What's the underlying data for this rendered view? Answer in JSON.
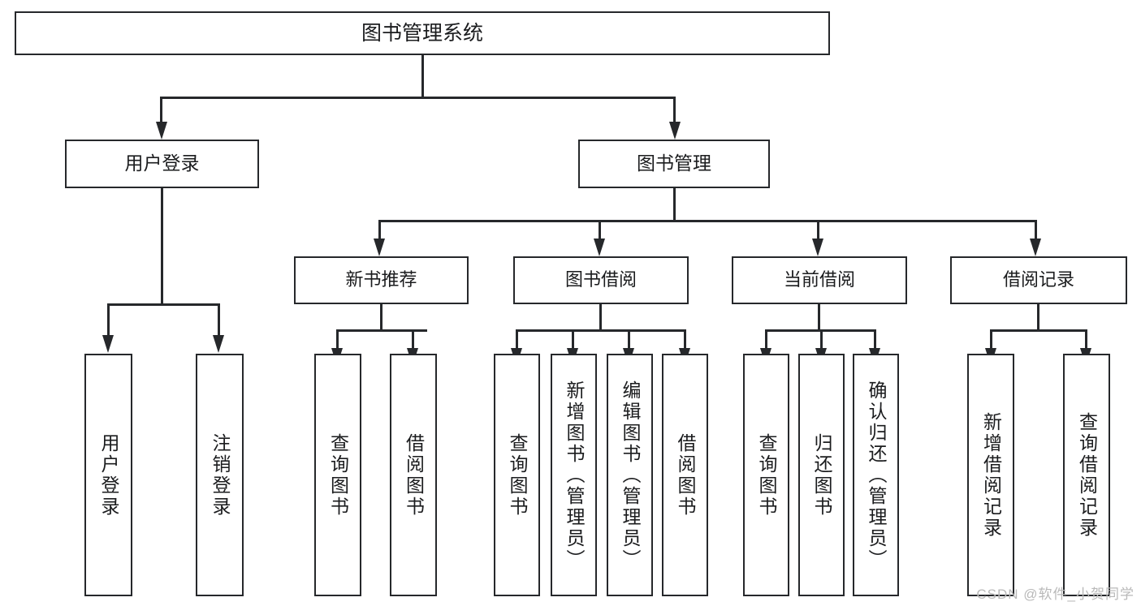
{
  "diagram": {
    "title": "图书管理系统",
    "watermark": "CSDN @软件_小贺同学",
    "line_color": "#26282b",
    "box_fill": "#ffffff",
    "text_color": "#1b1c1e",
    "watermark_color": "#b9b9b9"
  },
  "nodes": {
    "root": {
      "label": "图书管理系统"
    },
    "level2": [
      {
        "label": "用户登录"
      },
      {
        "label": "图书管理"
      }
    ],
    "level3": [
      {
        "label": "新书推荐"
      },
      {
        "label": "图书借阅"
      },
      {
        "label": "当前借阅"
      },
      {
        "label": "借阅记录"
      }
    ],
    "leaves": {
      "user_login": [
        {
          "label": "用户登录"
        },
        {
          "label": "注销登录"
        }
      ],
      "new_book_recommend": [
        {
          "label": "查询图书"
        },
        {
          "label": "借阅图书"
        }
      ],
      "book_borrow": [
        {
          "label": "查询图书"
        },
        {
          "label": "新增图书（管理员）"
        },
        {
          "label": "编辑图书（管理员）"
        },
        {
          "label": "借阅图书"
        }
      ],
      "current_borrow": [
        {
          "label": "查询图书"
        },
        {
          "label": "归还图书"
        },
        {
          "label": "确认归还（管理员）"
        }
      ],
      "borrow_record": [
        {
          "label": "新增借阅记录"
        },
        {
          "label": "查询借阅记录"
        }
      ]
    }
  }
}
